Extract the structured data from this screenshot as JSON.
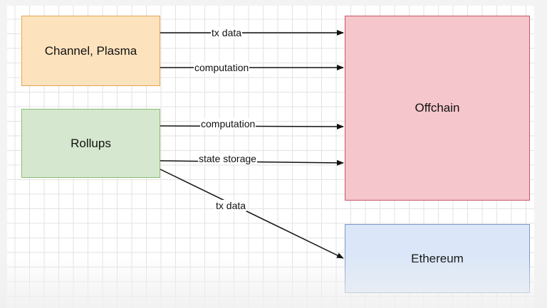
{
  "nodes": {
    "channel_plasma": "Channel, Plasma",
    "rollups": "Rollups",
    "offchain": "Offchain",
    "ethereum": "Ethereum"
  },
  "edges": {
    "channel_txdata": "tx data",
    "channel_computation": "computation",
    "rollups_computation": "computation",
    "rollups_state_storage": "state storage",
    "rollups_txdata": "tx data"
  },
  "colors": {
    "channel_fill": "#fde3bd",
    "rollups_fill": "#d5e8cf",
    "offchain_fill": "#f5c6cb",
    "ethereum_fill": "#dbe7f8"
  }
}
